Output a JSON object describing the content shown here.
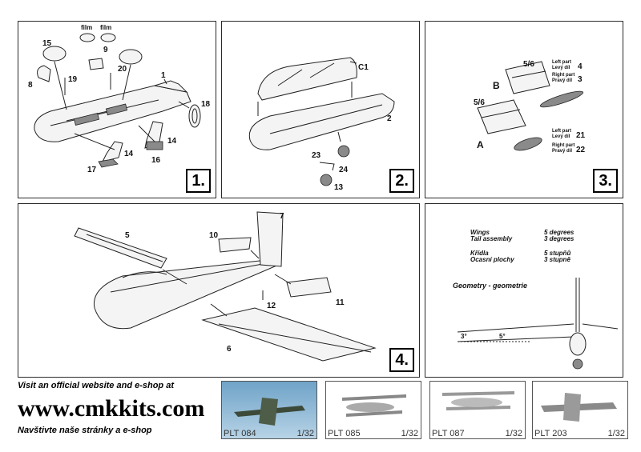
{
  "steps": {
    "s1": "1.",
    "s2": "2.",
    "s3": "3.",
    "s4": "4."
  },
  "panel1": {
    "film_a": "film",
    "film_b": "film",
    "p15": "15",
    "p9": "9",
    "p8": "8",
    "p19": "19",
    "p20": "20",
    "p1": "1",
    "p18": "18",
    "p14a": "14",
    "p16": "16",
    "p14b": "14",
    "p17": "17"
  },
  "panel2": {
    "pc1": "C1",
    "p2": "2",
    "p23": "23",
    "p24": "24",
    "p13": "13"
  },
  "panel3": {
    "b": "B",
    "a": "A",
    "p56a": "5/6",
    "p56b": "5/6",
    "left_cz_a": "Left part",
    "left_cz_b": "Levý díl",
    "p4": "4",
    "right_cz_a": "Right part",
    "right_cz_b": "Pravý díl",
    "p3": "3",
    "left2_a": "Left part",
    "left2_b": "Levý díl",
    "p21": "21",
    "right2_a": "Right part",
    "right2_b": "Pravý díl",
    "p22": "22"
  },
  "panel4": {
    "p5": "5",
    "p7": "7",
    "p10": "10",
    "p12": "12",
    "p11": "11",
    "p6": "6"
  },
  "geometry": {
    "wings": "Wings",
    "wings_val": "5  degrees",
    "tail": "Tail assembly",
    "tail_val": "3 degrees",
    "kridla": "Křídla",
    "kridla_val": "5 stupňů",
    "ocasni": "Ocasní plochy",
    "ocasni_val": "3 stupně",
    "title": "Geometry - geometrie",
    "deg3": "3°",
    "deg5": "5°"
  },
  "footer": {
    "line1": "Visit an official website and e-shop at",
    "url": "www.cmkkits.com",
    "line2": "Navštivte naše stránky a e-shop"
  },
  "products": [
    {
      "code": "PLT 084",
      "scale": "1/32"
    },
    {
      "code": "PLT 085",
      "scale": "1/32"
    },
    {
      "code": "PLT 087",
      "scale": "1/32"
    },
    {
      "code": "PLT 203",
      "scale": "1/32"
    }
  ]
}
